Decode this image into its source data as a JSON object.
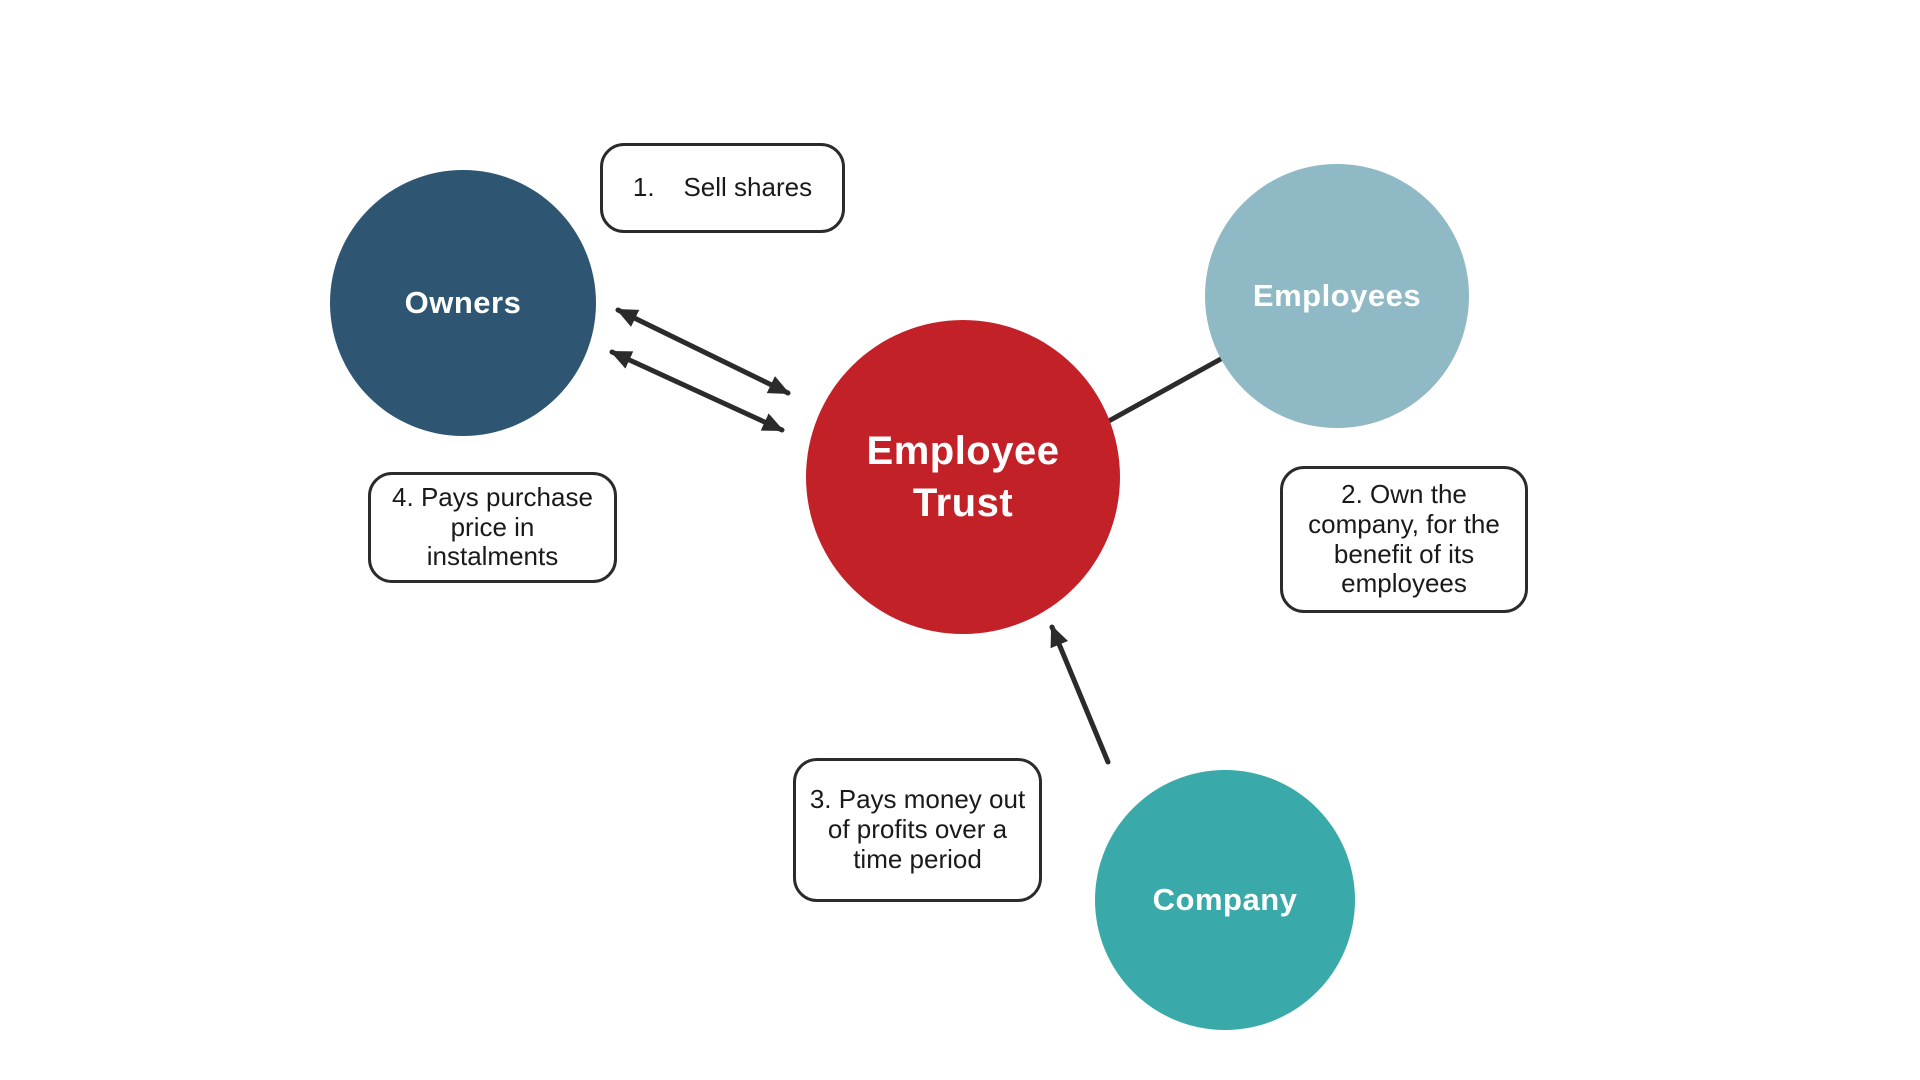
{
  "colors": {
    "owners": "#2E5571",
    "employees": "#8FB9C4",
    "trust": "#C32128",
    "company": "#3AA9A9",
    "connector": "#2B2B2B",
    "callout_border": "#2B2B2B",
    "callout_bg": "#FFFFFF",
    "label_text": "#FFFFFF",
    "callout_text": "#1A1A1A"
  },
  "nodes": {
    "owners": {
      "label": "Owners"
    },
    "employees": {
      "label": "Employees"
    },
    "trust": {
      "label": "Employee\nTrust"
    },
    "company": {
      "label": "Company"
    }
  },
  "callouts": {
    "step1": {
      "text": "1.    Sell shares"
    },
    "step2": {
      "text": "2. Own the\ncompany, for the\nbenefit of its\nemployees"
    },
    "step3": {
      "text": "3. Pays money out\nof profits over a\ntime period"
    },
    "step4": {
      "text": "4. Pays purchase\nprice in\ninstalments"
    }
  }
}
